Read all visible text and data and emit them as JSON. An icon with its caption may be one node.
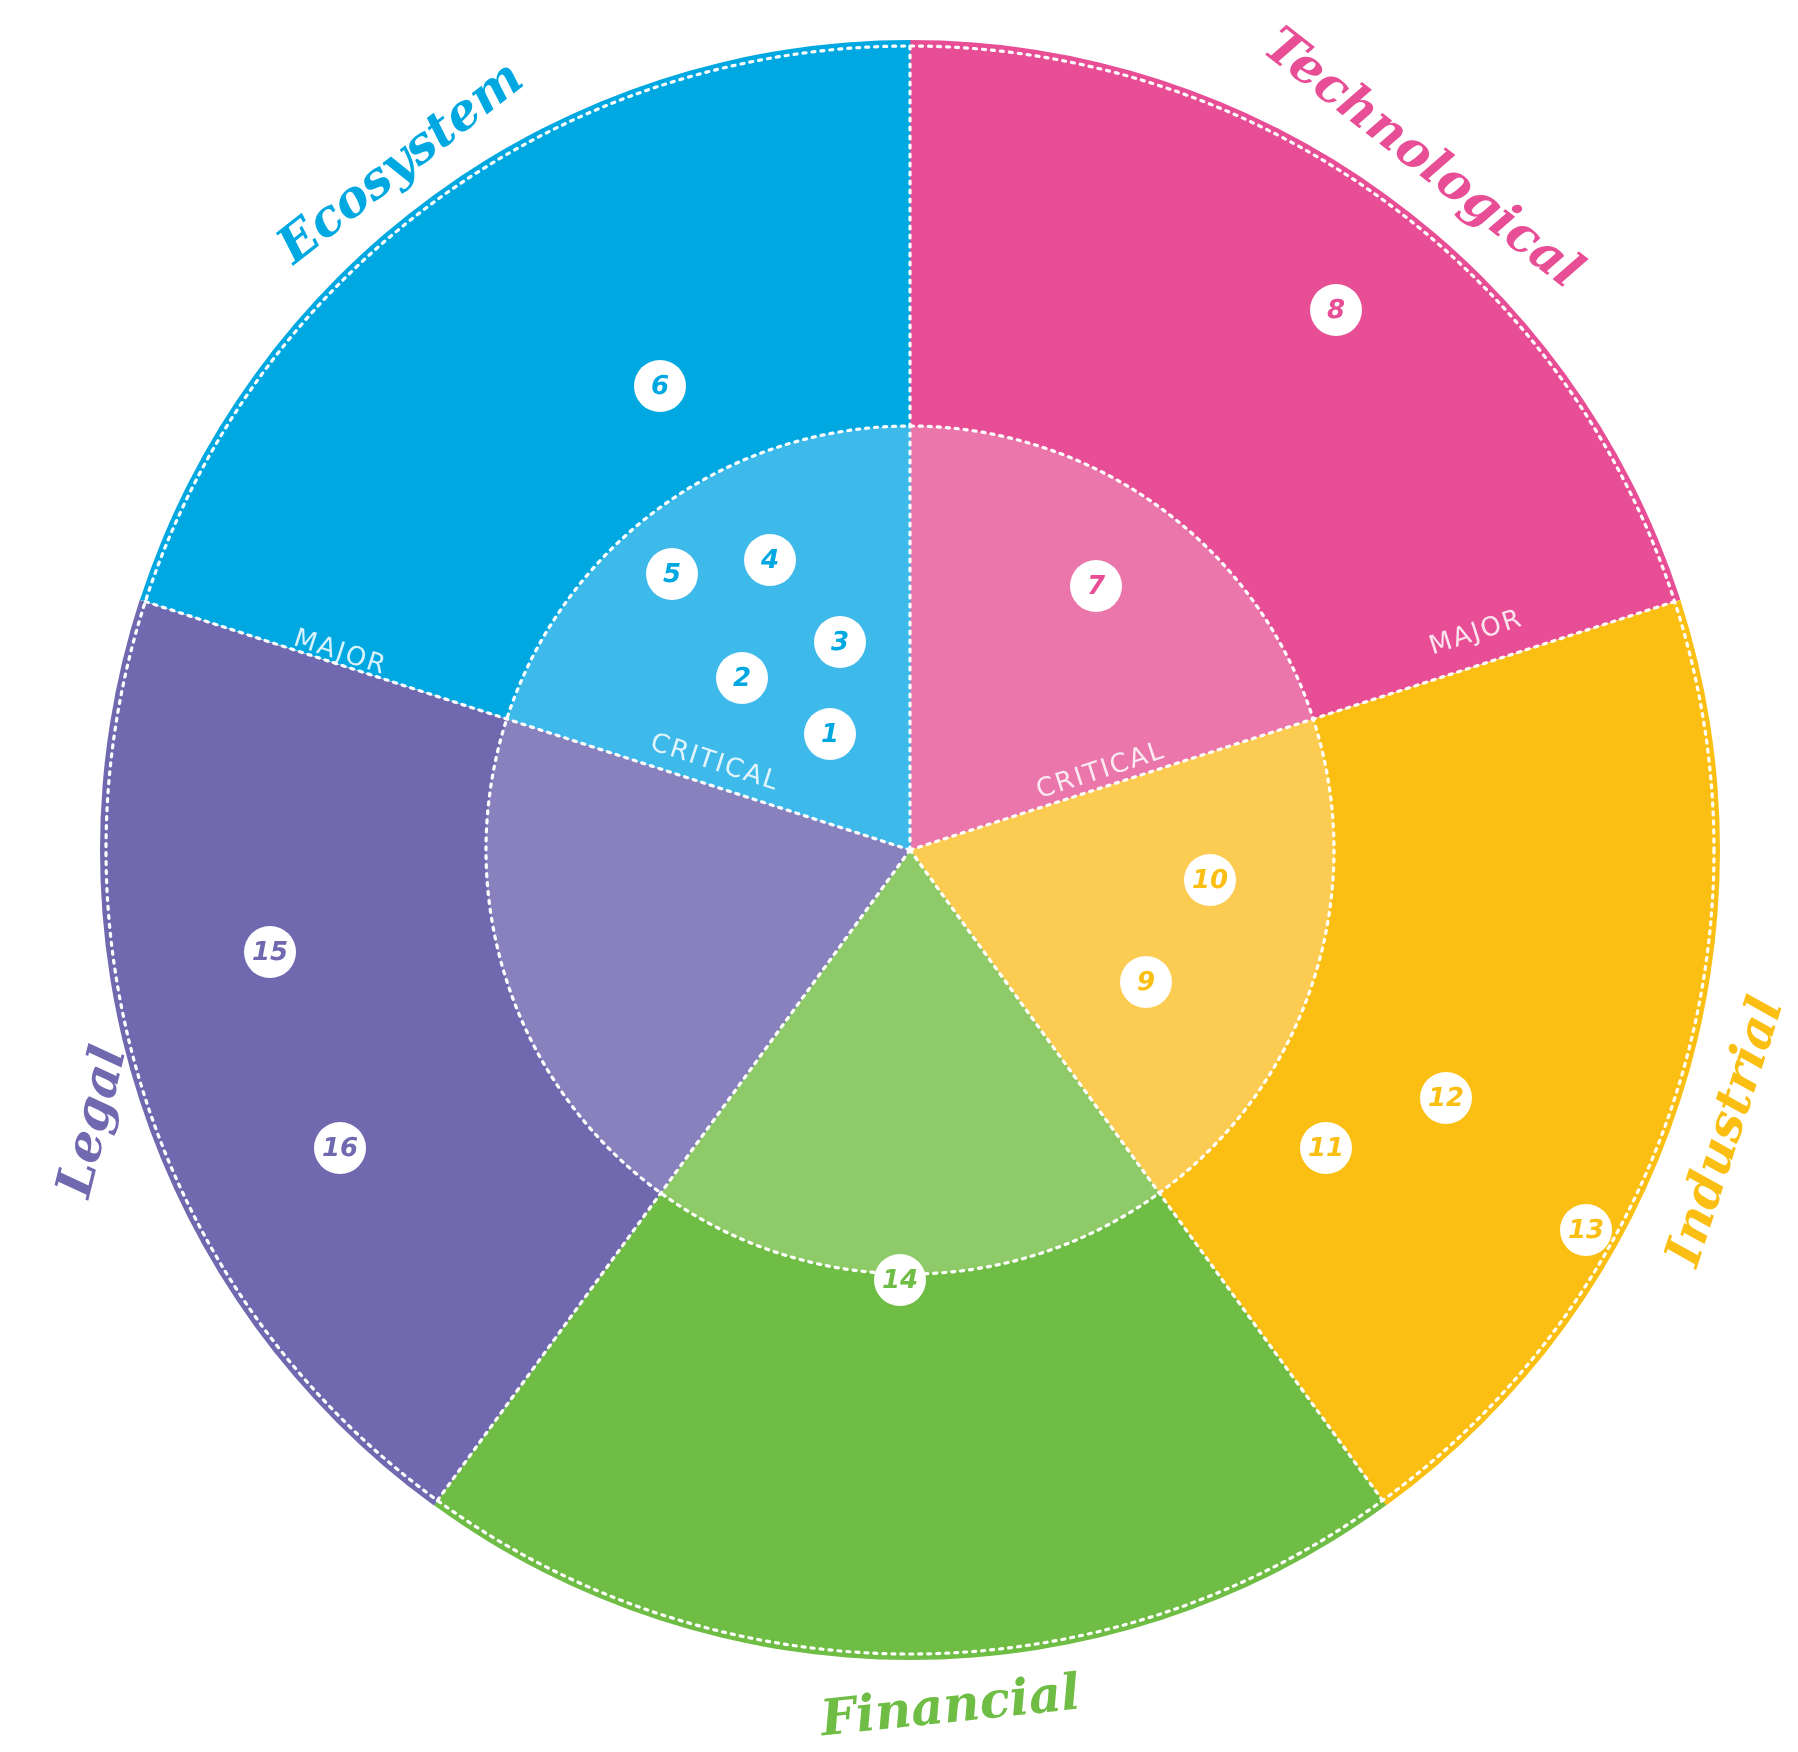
{
  "diagram": {
    "nodes": [
      {
        "text": [
          "Technological"
        ]
      },
      {
        "text": [
          "Industrial"
        ]
      },
      {
        "text": [
          "Financial"
        ]
      },
      {
        "text": [
          "Legal"
        ]
      },
      {
        "text": [
          "Ecosystem"
        ]
      }
    ],
    "labels": [
      "6",
      "8",
      "7",
      "4",
      "5",
      "3",
      "MAJOR",
      "MAJOR",
      "2",
      "1",
      "CRITICAL",
      "CRITICAL",
      "10",
      "15",
      "9",
      "12",
      "11",
      "16",
      "13",
      "14"
    ]
  }
}
